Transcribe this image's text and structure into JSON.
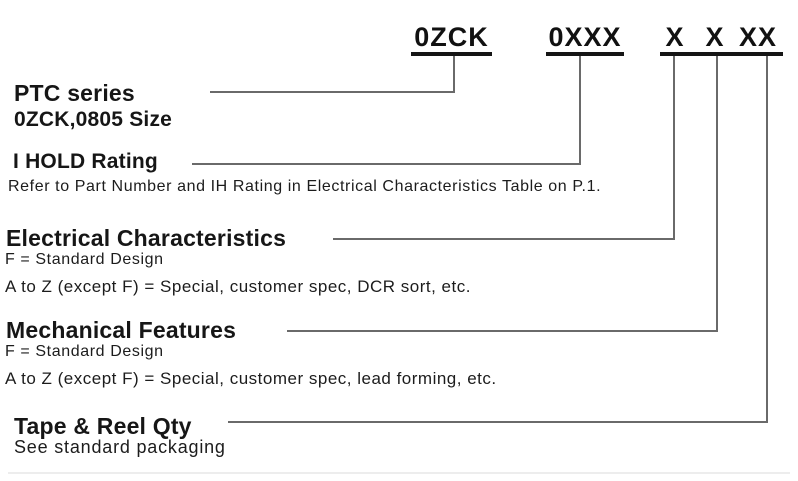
{
  "part_number": {
    "series": "0ZCK",
    "ihold_code": "0XXX",
    "electrical_code": "X",
    "mechanical_code": "X",
    "qty_code": "XX"
  },
  "sections": [
    {
      "title": "PTC series",
      "lines": [
        "0ZCK,0805 Size"
      ]
    },
    {
      "title": "I HOLD Rating",
      "lines": [
        "Refer to Part Number and IH Rating in Electrical Characteristics Table on P.1."
      ]
    },
    {
      "title": "Electrical Characteristics",
      "lines": [
        "F = Standard Design",
        "A to Z (except F) = Special, customer spec, DCR sort, etc."
      ]
    },
    {
      "title": "Mechanical Features",
      "lines": [
        "F = Standard Design",
        "A to Z (except F) = Special, customer spec, lead forming, etc."
      ]
    },
    {
      "title": "Tape & Reel Qty",
      "lines": [
        "See standard packaging"
      ]
    }
  ],
  "colors": {
    "background": "#ffffff",
    "text": "#141414",
    "underline": "#151515",
    "connector": "#6a6a6a"
  }
}
